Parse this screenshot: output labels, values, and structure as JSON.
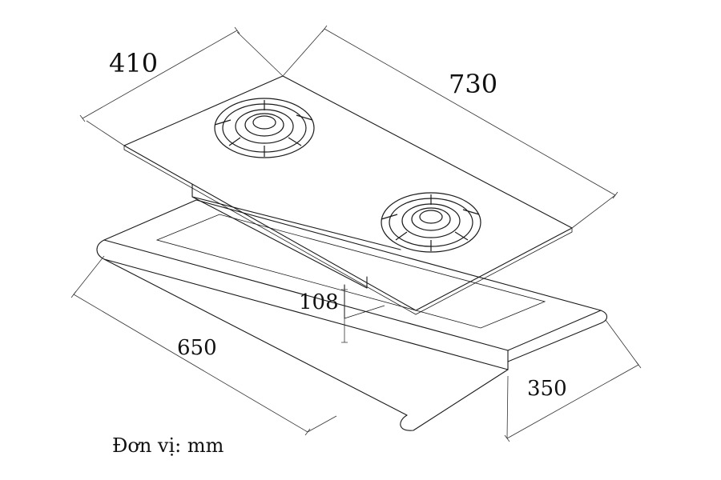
{
  "dimensions": {
    "depth": "410",
    "width": "730",
    "height": "108",
    "cutout_width": "650",
    "cutout_depth": "350"
  },
  "unit_label": "Đơn vị: mm"
}
